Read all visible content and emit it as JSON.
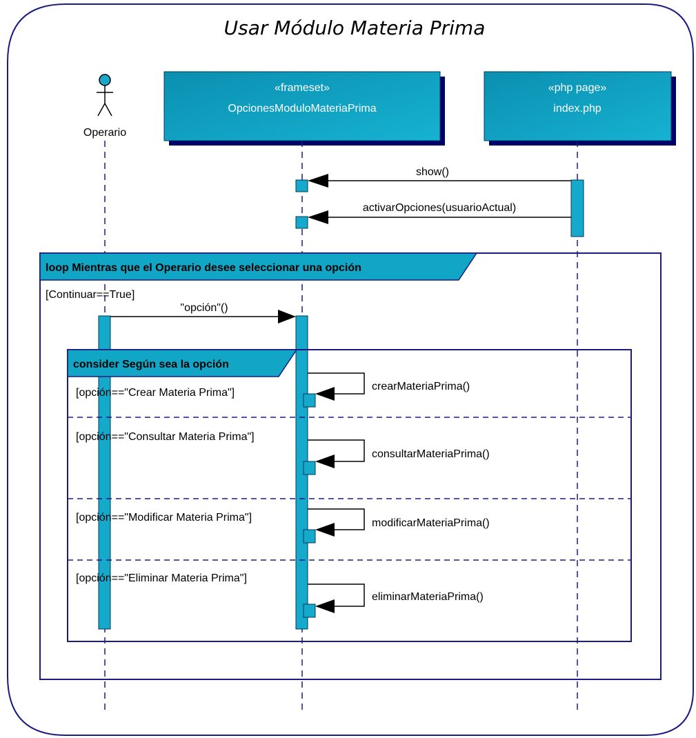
{
  "diagram": {
    "title": "Usar Módulo Materia Prima",
    "lifelines": {
      "operario": {
        "name": "Operario"
      },
      "frameset": {
        "stereotype": "«frameset»",
        "name": "OpcionesModuloMateriaPrima"
      },
      "index": {
        "stereotype": "«php page»",
        "name": "index.php"
      }
    },
    "messages": {
      "show": "show()",
      "activar": "activarOpciones(usuarioActual)",
      "opcion": "\"opción\"()",
      "crear": "crearMateriaPrima()",
      "consultar": "consultarMateriaPrima()",
      "modificar": "modificarMateriaPrima()",
      "eliminar": "eliminarMateriaPrima()"
    },
    "loop": {
      "label": "loop Mientras que el Operario desee seleccionar una opción",
      "guard": "[Continuar==True]"
    },
    "consider": {
      "label": "consider Según sea la opción",
      "guards": {
        "crear": "[opción==\"Crear Materia Prima\"]",
        "consultar": "[opción==\"Consultar Materia Prima\"]",
        "modificar": "[opción==\"Modificar Materia Prima\"]",
        "eliminar": "[opción==\"Eliminar Materia Prima\"]"
      }
    },
    "colors": {
      "box_fill": "#0aa0c0",
      "box_shadow": "#00006a",
      "frame_stroke": "#1a1a80",
      "activation_fill": "#15a9cc",
      "label_fill": "#12a6c6"
    }
  }
}
